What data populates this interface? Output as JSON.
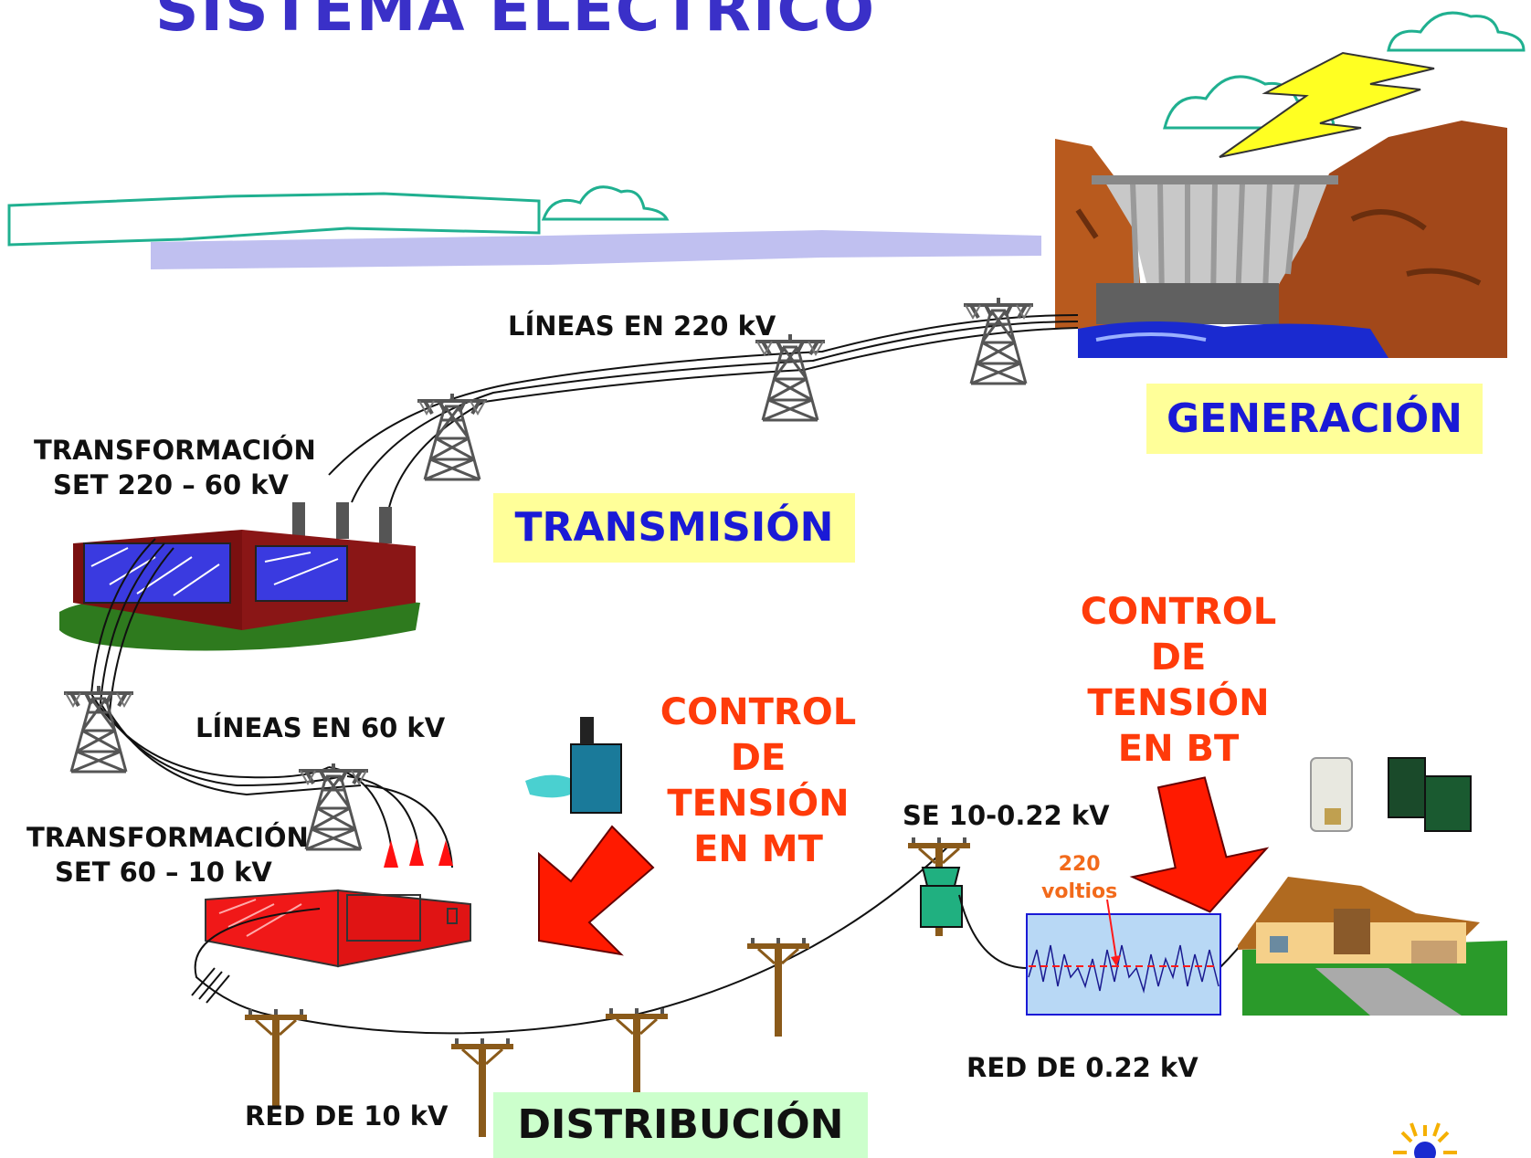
{
  "title": "SISTEMA ELECTRICO",
  "stages": {
    "generation": "GENERACIÓN",
    "transmission": "TRANSMISIÓN",
    "distribution": "DISTRIBUCIÓN"
  },
  "labels": {
    "lines_220": "LÍNEAS EN 220 kV",
    "set1_line1": "TRANSFORMACIÓN",
    "set1_line2": "SET  220 – 60 kV",
    "lines_60": "LÍNEAS EN  60 kV",
    "set2_line1": "TRANSFORMACIÓN",
    "set2_line2": "SET  60 – 10 kV",
    "se": "SE 10-0.22 kV",
    "red_10": "RED DE  10 kV",
    "red_022": "RED DE  0.22 kV",
    "voltage_value": "220",
    "voltage_unit": "voltios"
  },
  "control_mt": [
    "CONTROL",
    "DE",
    "TENSIÓN",
    "EN MT"
  ],
  "control_bt": [
    "CONTROL",
    "DE",
    "TENSIÓN",
    "EN BT"
  ],
  "colors": {
    "title": "#3a30c8",
    "stage_bg": "#ffff99",
    "stage_text": "#1a1ad6",
    "distribution_bg": "#ccffcc",
    "control_text": "#ff3b0a",
    "arrow": "#ff1a00"
  },
  "icons": [
    "cloud-icon",
    "lightning-icon",
    "dam-icon",
    "transmission-tower-icon",
    "factory-icon",
    "utility-pole-icon",
    "pole-transformer-icon",
    "house-icon",
    "voltage-regulator-icon",
    "sun-logo-icon"
  ]
}
